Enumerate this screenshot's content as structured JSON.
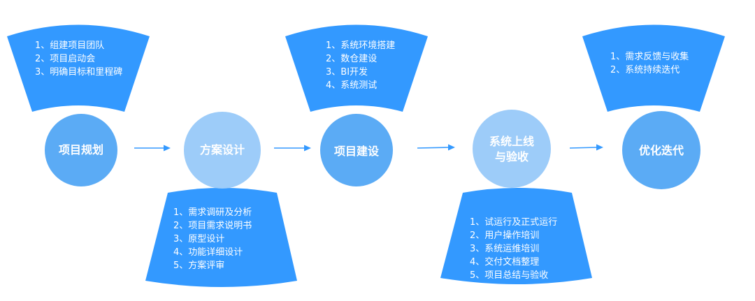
{
  "diagram": {
    "colors": {
      "fan": "#3399FF",
      "circle_dark": "#5BABF5",
      "circle_light": "#9DCCF9",
      "arrow": "#3399FF",
      "text": "#FFFFFF"
    },
    "stages": [
      {
        "label": "项目规划",
        "tasks": [
          "1、组建项目团队",
          "2、项目启动会",
          "3、明确目标和里程碑"
        ]
      },
      {
        "label": "方案设计",
        "tasks": [
          "1、需求调研及分析",
          "2、项目需求说明书",
          "3、原型设计",
          "4、功能详细设计",
          "5、方案评审"
        ]
      },
      {
        "label": "项目建设",
        "tasks": [
          "1、系统环境搭建",
          "2、数仓建设",
          "3、BI开发",
          "4、系统测试"
        ]
      },
      {
        "label": "系统上线\n与验收",
        "tasks": [
          "1、试运行及正式运行",
          "2、用户操作培训",
          "3、系统运维培训",
          "4、交付文档整理",
          "5、项目总结与验收"
        ]
      },
      {
        "label": "优化迭代",
        "tasks": [
          "1、需求反馈与收集",
          "2、系统持续迭代"
        ]
      }
    ]
  }
}
